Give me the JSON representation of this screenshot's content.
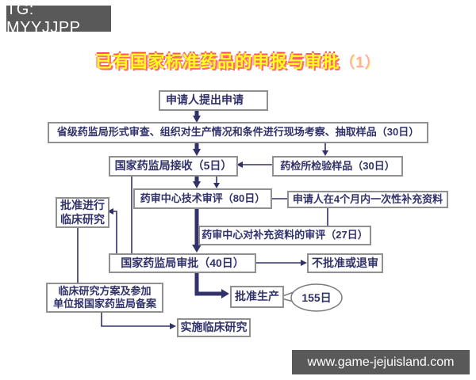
{
  "watermark_top": {
    "text": "TG: MYYJJPP"
  },
  "watermark_bottom": {
    "text": "www.game-jejuisland.com"
  },
  "title": {
    "text": "已有国家标准药品的申报与审批",
    "suffix": "（1）"
  },
  "colors": {
    "line": "#32326b",
    "box_border": "#909090",
    "box_text": "#32326b",
    "title_fill": "#ffff1e",
    "title_shadow": "#ff5252",
    "suffix_pink": "#ffadad",
    "watermark_bg": "#595959",
    "callout_border": "#7a7a7a"
  },
  "flowchart": {
    "nodes": {
      "applicant_submit": "申请人提出申请",
      "provincial_review": "省级药监局形式审查、组织对生产情况和条件进行现场考察、抽取样品（30日）",
      "sfda_receive": "国家药监局接收（5日）",
      "lab_test": "药检所检验样品（30日）",
      "cde_review": "药审中心技术审评（80日）",
      "supplement": "申请人在4个月内一次性补充资料",
      "supplement_review": "药审中心对补充资料的审评（27日）",
      "sfda_approval": "国家药监局审批（40日）",
      "reject": "不批准或退审",
      "clinical_approval": "批准进行\n临床研究",
      "clinical_filing": "临床研究方案及参加\n单位报国家药监局备案",
      "production_approval": "批准生产",
      "total_days": "155日",
      "implement_clinical": "实施临床研究"
    }
  }
}
